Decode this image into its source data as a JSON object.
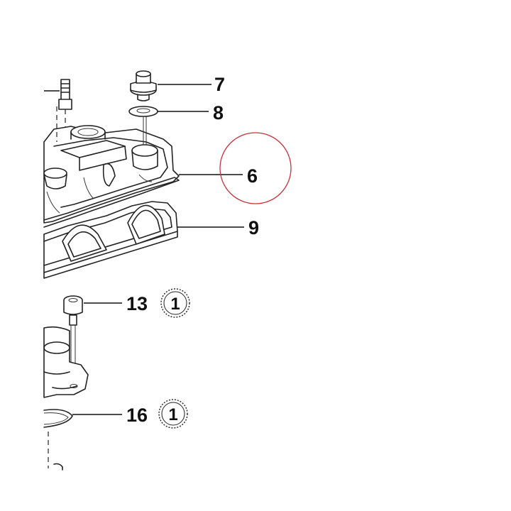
{
  "callouts": {
    "c7": "7",
    "c8": "8",
    "c6": "6",
    "c9": "9",
    "c13": "13",
    "c16": "16"
  },
  "notes": {
    "n13": "1",
    "n16": "1"
  },
  "colors": {
    "ink": "#222222",
    "highlight_ring": "#c8323c",
    "background": "#ffffff"
  }
}
